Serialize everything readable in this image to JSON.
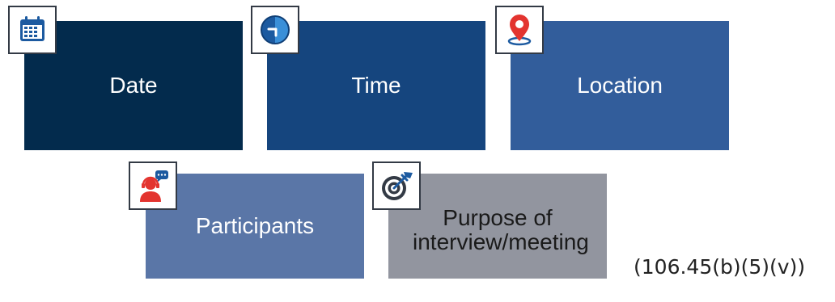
{
  "tiles": {
    "date": {
      "label": "Date",
      "color": "#032b4d",
      "icon": "calendar-icon"
    },
    "time": {
      "label": "Time",
      "color": "#15457e",
      "icon": "clock-icon"
    },
    "location": {
      "label": "Location",
      "color": "#325d9b",
      "icon": "location-pin-icon"
    },
    "participants": {
      "label": "Participants",
      "color": "#5a76a7",
      "icon": "person-headset-chat-icon"
    },
    "purpose": {
      "label": "Purpose of interview/meeting",
      "color": "#92959f",
      "icon": "target-arrow-icon"
    }
  },
  "citation": "(106.45(b)(5)(v))",
  "colors": {
    "icon_outline": "#333a45",
    "accent_red": "#e3342f",
    "accent_blue": "#1c5aa0"
  }
}
